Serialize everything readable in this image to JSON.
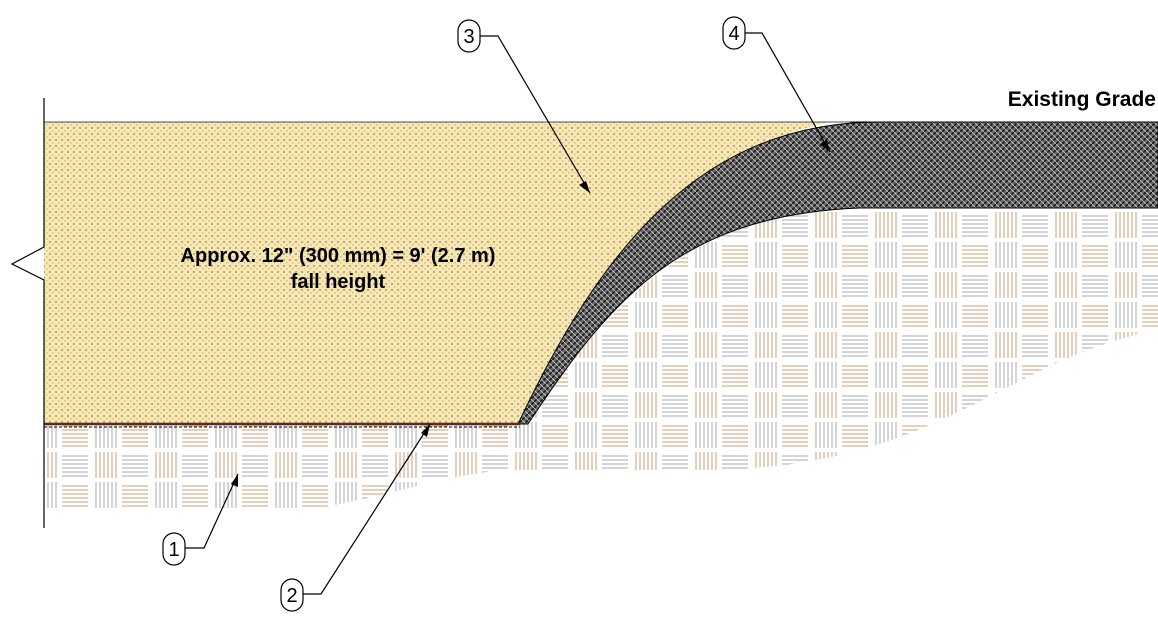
{
  "labels": {
    "existing_grade": "Existing Grade",
    "fall_line1": "Approx. 12\" (300 mm) = 9' (2.7 m)",
    "fall_line2": "fall height"
  },
  "callouts": {
    "c1": "1",
    "c2": "2",
    "c3": "3",
    "c4": "4"
  },
  "colors": {
    "fill_material": "#f6e8b5",
    "fill_dots": "#c9a46a",
    "soil_lines_tan": "#c8a074",
    "soil_lines_grey": "#a8a8a8",
    "capping": "#4a4a4a",
    "outline": "#000000"
  }
}
